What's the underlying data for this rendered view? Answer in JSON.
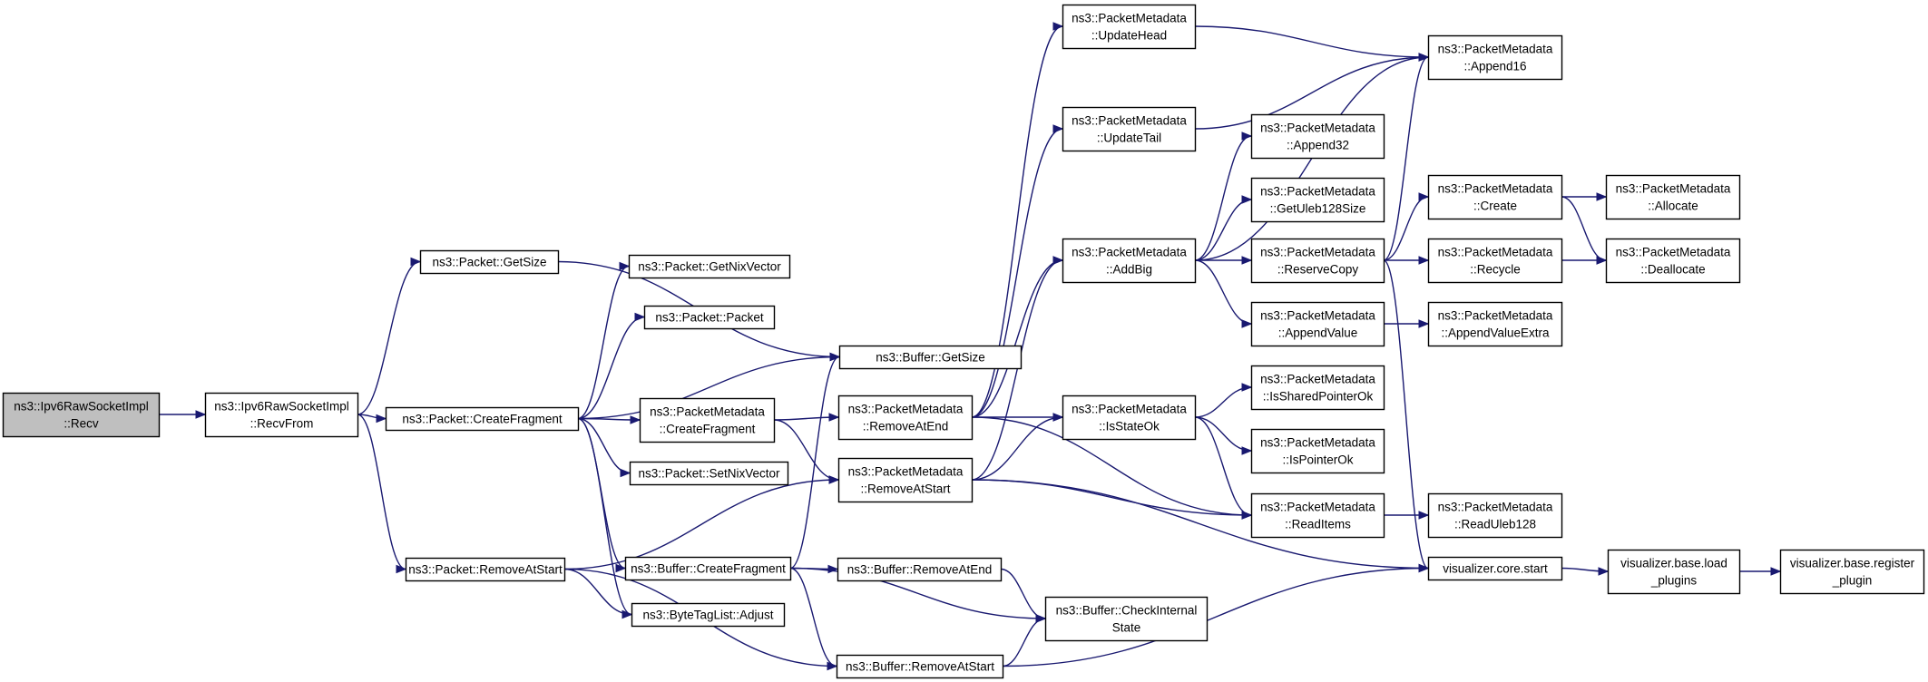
{
  "nodes": [
    {
      "id": "recv",
      "lines": [
        "ns3::Ipv6RawSocketImpl",
        "::Recv"
      ],
      "root": true
    },
    {
      "id": "recvfrom",
      "lines": [
        "ns3::Ipv6RawSocketImpl",
        "::RecvFrom"
      ]
    },
    {
      "id": "pkt_getsize",
      "lines": [
        "ns3::Packet::GetSize"
      ]
    },
    {
      "id": "pkt_createfragment",
      "lines": [
        "ns3::Packet::CreateFragment"
      ]
    },
    {
      "id": "pkt_removeatstart",
      "lines": [
        "ns3::Packet::RemoveAtStart"
      ]
    },
    {
      "id": "pkt_getnixvector",
      "lines": [
        "ns3::Packet::GetNixVector"
      ]
    },
    {
      "id": "pkt_packet",
      "lines": [
        "ns3::Packet::Packet"
      ]
    },
    {
      "id": "pkt_setnixvector",
      "lines": [
        "ns3::Packet::SetNixVector"
      ]
    },
    {
      "id": "buf_createfragment",
      "lines": [
        "ns3::Buffer::CreateFragment"
      ]
    },
    {
      "id": "btl_adjust",
      "lines": [
        "ns3::ByteTagList::Adjust"
      ]
    },
    {
      "id": "pm_createfragment",
      "lines": [
        "ns3::PacketMetadata",
        "::CreateFragment"
      ]
    },
    {
      "id": "buf_getsize",
      "lines": [
        "ns3::Buffer::GetSize"
      ]
    },
    {
      "id": "pm_removeatend",
      "lines": [
        "ns3::PacketMetadata",
        "::RemoveAtEnd"
      ]
    },
    {
      "id": "pm_removeatstart",
      "lines": [
        "ns3::PacketMetadata",
        "::RemoveAtStart"
      ]
    },
    {
      "id": "buf_removeatend",
      "lines": [
        "ns3::Buffer::RemoveAtEnd"
      ]
    },
    {
      "id": "buf_removeatstart",
      "lines": [
        "ns3::Buffer::RemoveAtStart"
      ]
    },
    {
      "id": "buf_checkinternalstate",
      "lines": [
        "ns3::Buffer::CheckInternal",
        "State"
      ]
    },
    {
      "id": "pm_updatehead",
      "lines": [
        "ns3::PacketMetadata",
        "::UpdateHead"
      ]
    },
    {
      "id": "pm_updatetail",
      "lines": [
        "ns3::PacketMetadata",
        "::UpdateTail"
      ]
    },
    {
      "id": "pm_addbig",
      "lines": [
        "ns3::PacketMetadata",
        "::AddBig"
      ]
    },
    {
      "id": "pm_isstateok",
      "lines": [
        "ns3::PacketMetadata",
        "::IsStateOk"
      ]
    },
    {
      "id": "pm_append32",
      "lines": [
        "ns3::PacketMetadata",
        "::Append32"
      ]
    },
    {
      "id": "pm_getuleb",
      "lines": [
        "ns3::PacketMetadata",
        "::GetUleb128Size"
      ]
    },
    {
      "id": "pm_reservecopy",
      "lines": [
        "ns3::PacketMetadata",
        "::ReserveCopy"
      ]
    },
    {
      "id": "pm_appendvalue",
      "lines": [
        "ns3::PacketMetadata",
        "::AppendValue"
      ]
    },
    {
      "id": "pm_issharedpointerok",
      "lines": [
        "ns3::PacketMetadata",
        "::IsSharedPointerOk"
      ]
    },
    {
      "id": "pm_ispointerok",
      "lines": [
        "ns3::PacketMetadata",
        "::IsPointerOk"
      ]
    },
    {
      "id": "pm_readitems",
      "lines": [
        "ns3::PacketMetadata",
        "::ReadItems"
      ]
    },
    {
      "id": "pm_append16",
      "lines": [
        "ns3::PacketMetadata",
        "::Append16"
      ]
    },
    {
      "id": "pm_create",
      "lines": [
        "ns3::PacketMetadata",
        "::Create"
      ]
    },
    {
      "id": "pm_recycle",
      "lines": [
        "ns3::PacketMetadata",
        "::Recycle"
      ]
    },
    {
      "id": "pm_appendvalueextra",
      "lines": [
        "ns3::PacketMetadata",
        "::AppendValueExtra"
      ]
    },
    {
      "id": "pm_readuleb",
      "lines": [
        "ns3::PacketMetadata",
        "::ReadUleb128"
      ]
    },
    {
      "id": "viz_core_start",
      "lines": [
        "visualizer.core.start"
      ]
    },
    {
      "id": "pm_allocate",
      "lines": [
        "ns3::PacketMetadata",
        "::Allocate"
      ]
    },
    {
      "id": "pm_deallocate",
      "lines": [
        "ns3::PacketMetadata",
        "::Deallocate"
      ]
    },
    {
      "id": "viz_load_plugins",
      "lines": [
        "visualizer.base.load",
        "_plugins"
      ]
    },
    {
      "id": "viz_register_plugin",
      "lines": [
        "visualizer.base.register",
        "_plugin"
      ]
    }
  ],
  "edges": [
    [
      "recv",
      "recvfrom"
    ],
    [
      "recvfrom",
      "pkt_getsize"
    ],
    [
      "recvfrom",
      "pkt_createfragment"
    ],
    [
      "recvfrom",
      "pkt_removeatstart"
    ],
    [
      "pkt_getsize",
      "buf_getsize"
    ],
    [
      "pkt_createfragment",
      "pkt_getnixvector"
    ],
    [
      "pkt_createfragment",
      "pkt_packet"
    ],
    [
      "pkt_createfragment",
      "buf_getsize"
    ],
    [
      "pkt_createfragment",
      "pm_createfragment"
    ],
    [
      "pkt_createfragment",
      "pkt_setnixvector"
    ],
    [
      "pkt_createfragment",
      "buf_createfragment"
    ],
    [
      "pkt_createfragment",
      "btl_adjust"
    ],
    [
      "pkt_removeatstart",
      "pm_removeatstart"
    ],
    [
      "pkt_removeatstart",
      "btl_adjust"
    ],
    [
      "pkt_removeatstart",
      "buf_removeatstart"
    ],
    [
      "buf_createfragment",
      "buf_getsize"
    ],
    [
      "buf_createfragment",
      "buf_removeatend"
    ],
    [
      "buf_createfragment",
      "buf_checkinternalstate"
    ],
    [
      "buf_createfragment",
      "buf_removeatstart"
    ],
    [
      "pm_createfragment",
      "pm_removeatend"
    ],
    [
      "pm_createfragment",
      "pm_removeatstart"
    ],
    [
      "pm_removeatend",
      "pm_updatehead"
    ],
    [
      "pm_removeatend",
      "pm_updatetail"
    ],
    [
      "pm_removeatend",
      "pm_addbig"
    ],
    [
      "pm_removeatend",
      "pm_isstateok"
    ],
    [
      "pm_removeatend",
      "pm_readitems"
    ],
    [
      "pm_removeatstart",
      "pm_addbig"
    ],
    [
      "pm_removeatstart",
      "pm_isstateok"
    ],
    [
      "pm_removeatstart",
      "pm_readitems"
    ],
    [
      "pm_removeatstart",
      "viz_core_start"
    ],
    [
      "buf_removeatend",
      "buf_checkinternalstate"
    ],
    [
      "buf_removeatstart",
      "buf_checkinternalstate"
    ],
    [
      "buf_removeatstart",
      "viz_core_start"
    ],
    [
      "pm_updatehead",
      "pm_append16"
    ],
    [
      "pm_updatetail",
      "pm_append16"
    ],
    [
      "pm_addbig",
      "pm_append16"
    ],
    [
      "pm_addbig",
      "pm_append32"
    ],
    [
      "pm_addbig",
      "pm_getuleb"
    ],
    [
      "pm_addbig",
      "pm_reservecopy"
    ],
    [
      "pm_addbig",
      "pm_appendvalue"
    ],
    [
      "pm_isstateok",
      "pm_issharedpointerok"
    ],
    [
      "pm_isstateok",
      "pm_ispointerok"
    ],
    [
      "pm_isstateok",
      "pm_readitems"
    ],
    [
      "pm_reservecopy",
      "pm_append16"
    ],
    [
      "pm_reservecopy",
      "pm_create"
    ],
    [
      "pm_reservecopy",
      "pm_recycle"
    ],
    [
      "pm_reservecopy",
      "viz_core_start"
    ],
    [
      "pm_appendvalue",
      "pm_appendvalueextra"
    ],
    [
      "pm_readitems",
      "pm_readuleb"
    ],
    [
      "pm_create",
      "pm_allocate"
    ],
    [
      "pm_create",
      "pm_deallocate"
    ],
    [
      "pm_recycle",
      "pm_deallocate"
    ],
    [
      "viz_core_start",
      "viz_load_plugins"
    ],
    [
      "viz_load_plugins",
      "viz_register_plugin"
    ]
  ]
}
